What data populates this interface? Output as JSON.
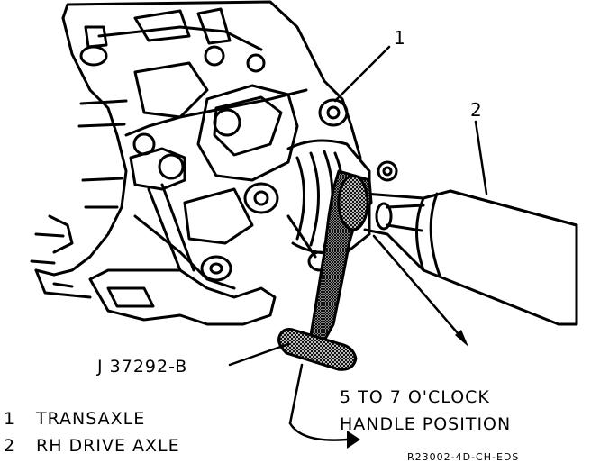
{
  "callouts": {
    "one": "1",
    "two": "2",
    "tool": "J 37292-B",
    "handle_line1": "5 TO 7 O'CLOCK",
    "handle_line2": "HANDLE POSITION"
  },
  "legend": [
    {
      "num": "1",
      "text": "TRANSAXLE"
    },
    {
      "num": "2",
      "text": "RH DRIVE AXLE"
    }
  ],
  "figure_code": "R23002-4D-CH-EDS"
}
